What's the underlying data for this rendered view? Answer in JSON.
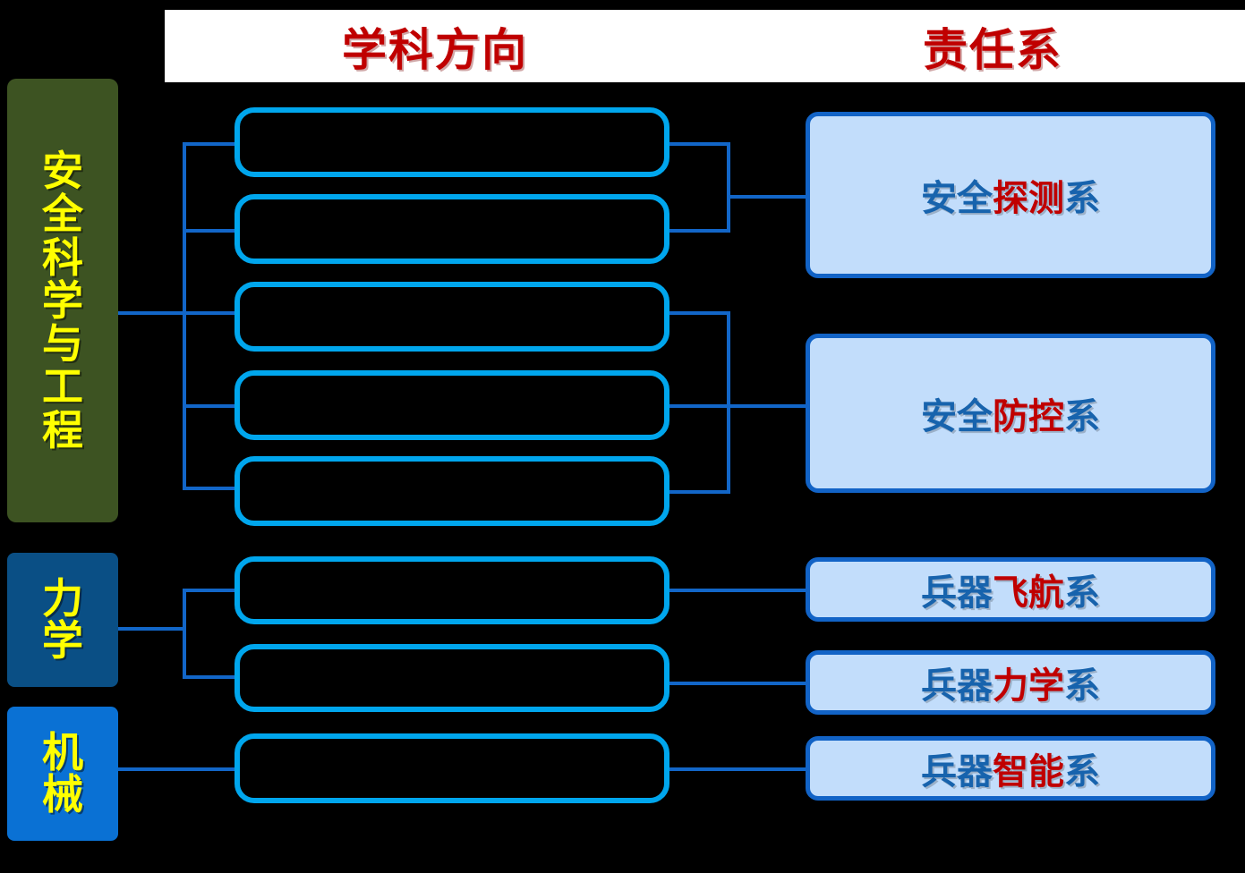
{
  "header": {
    "column_left_title": "学科方向",
    "column_right_title": "责任系"
  },
  "disciplines": [
    {
      "name": "安全科学与工程",
      "chars": [
        "安",
        "全",
        "科",
        "学",
        "与",
        "工",
        "程"
      ],
      "color": "#3d5322",
      "text_color": "#ffff00"
    },
    {
      "name": "力学",
      "chars": [
        "力",
        "学"
      ],
      "color": "#0a4f85",
      "text_color": "#ffff00"
    },
    {
      "name": "机械",
      "chars": [
        "机",
        "械"
      ],
      "color": "#0a71d4",
      "text_color": "#ffff00"
    }
  ],
  "directions": [
    {
      "id": 1,
      "label": ""
    },
    {
      "id": 2,
      "label": ""
    },
    {
      "id": 3,
      "label": ""
    },
    {
      "id": 4,
      "label": ""
    },
    {
      "id": 5,
      "label": ""
    },
    {
      "id": 6,
      "label": ""
    },
    {
      "id": 7,
      "label": ""
    },
    {
      "id": 8,
      "label": ""
    }
  ],
  "departments": [
    {
      "name": "安全探测系",
      "prefix": "安全",
      "highlight": "探测",
      "suffix": "系",
      "prefix_color": "#1763ad",
      "highlight_color": "#c00000"
    },
    {
      "name": "安全防控系",
      "prefix": "安全",
      "highlight": "防控",
      "suffix": "系",
      "prefix_color": "#1763ad",
      "highlight_color": "#c00000"
    },
    {
      "name": "兵器飞航系",
      "prefix": "兵器",
      "highlight": "飞航",
      "suffix": "系",
      "prefix_color": "#1763ad",
      "highlight_color": "#c00000"
    },
    {
      "name": "兵器力学系",
      "prefix": "兵器",
      "highlight": "力学",
      "suffix": "系",
      "prefix_color": "#1763ad",
      "highlight_color": "#c00000"
    },
    {
      "name": "兵器智能系",
      "prefix": "兵器",
      "highlight": "智能",
      "suffix": "系",
      "prefix_color": "#1763ad",
      "highlight_color": "#c00000"
    }
  ],
  "colors": {
    "background": "#000000",
    "banner": "#ffffff",
    "title_red": "#c00000",
    "direction_border": "#00a6ed",
    "department_fill": "#c2ddfb",
    "department_border": "#1263c6",
    "connector": "#1266c8",
    "discipline_yellow": "#ffff00"
  }
}
